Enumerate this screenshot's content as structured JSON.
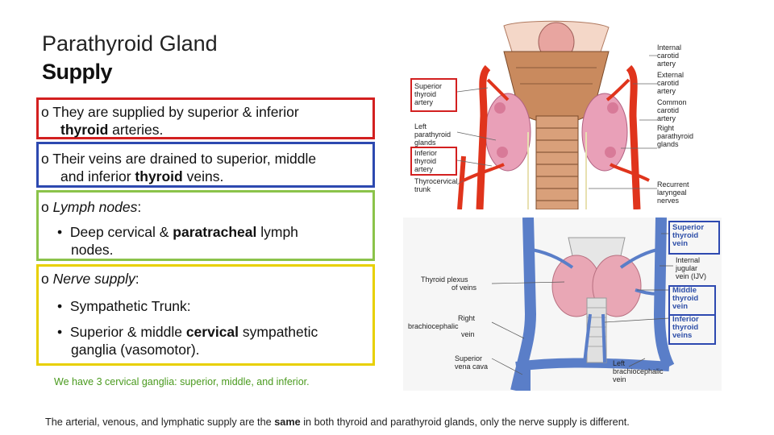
{
  "slide": {
    "title": "Parathyroid Gland",
    "subtitle": "Supply"
  },
  "boxes": {
    "arteries": {
      "bullet": "o",
      "text_a": "They are supplied by superior & inferior",
      "text_b_bold": "thyroid",
      "text_b_rest": " arteries.",
      "color": "#d32020"
    },
    "veins": {
      "bullet": "o",
      "text_a": "Their veins are drained to superior, middle",
      "text_b_pre": "and inferior ",
      "text_b_bold": "thyroid",
      "text_b_rest": " veins.",
      "color": "#2d49b0"
    },
    "lymph": {
      "bullet": "o",
      "label": "Lymph nodes",
      "colon": ":",
      "item_pre": "Deep cervical  & ",
      "item_bold": "paratracheal",
      "item_rest": "  lymph",
      "item_line2": "nodes.",
      "color": "#8bc34a"
    },
    "nerve": {
      "bullet": "o",
      "label": "Nerve supply",
      "colon": ":",
      "item1": "Sympathetic Trunk:",
      "item2_pre": "Superior & middle ",
      "item2_bold": "cervical",
      "item2_rest": " sympathetic",
      "item2_line2": "ganglia (vasomotor).",
      "color": "#e8d000"
    }
  },
  "note": "We have 3 cervical ganglia: superior, middle, and inferior.",
  "footer": {
    "pre": "The arterial, venous, and lymphatic supply are the ",
    "bold": "same",
    "post": " in both thyroid and parathyroid glands, only the nerve supply is different."
  },
  "figure_arteries": {
    "labels": {
      "internal_carotid": [
        "Internal",
        "carotid",
        "artery"
      ],
      "external_carotid": [
        "External",
        "carotid",
        "artery"
      ],
      "common_carotid": [
        "Common",
        "carotid",
        "artery"
      ],
      "right_parathyroid": [
        "Right",
        "parathyroid",
        "glands"
      ],
      "recurrent_laryngeal": [
        "Recurrent",
        "laryngeal",
        "nerves"
      ],
      "superior_thyroid": [
        "Superior",
        "thyroid",
        "artery"
      ],
      "left_parathyroid": [
        "Left",
        "parathyroid",
        "glands"
      ],
      "inferior_thyroid": [
        "Inferior",
        "thyroid",
        "artery"
      ],
      "thyrocervical": [
        "Thyrocervical",
        "trunk"
      ]
    }
  },
  "figure_veins": {
    "labels": {
      "superior_thyroid_vein": [
        "Superior",
        "thyroid",
        "vein"
      ],
      "internal_jugular": [
        "Internal",
        "jugular",
        "vein (IJV)"
      ],
      "middle_thyroid_vein": [
        "Middle",
        "thyroid",
        "vein"
      ],
      "inferior_thyroid_vein": [
        "Inferior",
        "thyroid",
        "veins"
      ],
      "thyroid_plexus": [
        "Thyroid plexus",
        "of veins"
      ],
      "right_brachiocephalic": [
        "Right",
        "brachiocephalic",
        "vein"
      ],
      "superior_vena_cava": [
        "Superior",
        "vena cava"
      ],
      "left_brachiocephalic": [
        "Left",
        "brachiocephalic",
        "vein"
      ]
    }
  },
  "colors": {
    "artery_red": "#e0341c",
    "vein_blue": "#5a7ec8",
    "gland_pink": "#e9a0b8",
    "larynx_tan": "#c98a5e"
  }
}
